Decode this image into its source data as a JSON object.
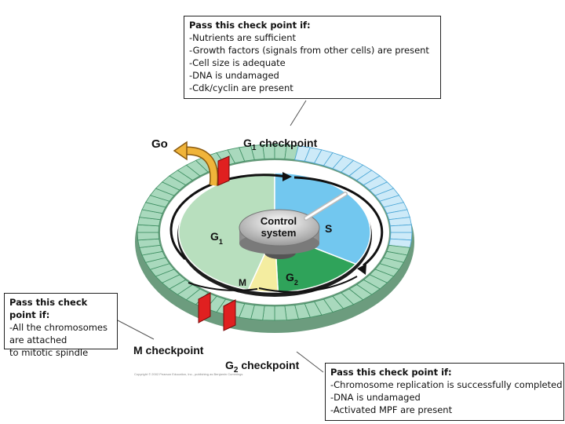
{
  "boxes": {
    "g1": {
      "title": "Pass this check point if:",
      "lines": [
        "-Nutrients are sufficient",
        "-Growth factors (signals from other cells) are present",
        "-Cell size is adequate",
        "-DNA is undamaged",
        "-Cdk/cyclin are present"
      ]
    },
    "m": {
      "title": "Pass this check point if:",
      "lines": [
        "-All the chromosomes are attached",
        "to mitotic spindle"
      ]
    },
    "g2": {
      "title": "Pass this check point if:",
      "lines": [
        "-Chromosome replication is successfully completed",
        "-DNA is undamaged",
        "-Activated MPF are present"
      ]
    }
  },
  "labels": {
    "go": "Go",
    "g1_checkpoint_prefix": "G",
    "g1_checkpoint_sub": "1",
    "g1_checkpoint_suffix": " checkpoint",
    "m_checkpoint": "M checkpoint",
    "g2_checkpoint_prefix": "G",
    "g2_checkpoint_sub": "2",
    "g2_checkpoint_suffix": " checkpoint",
    "control_line1": "Control",
    "control_line2": "system",
    "phase_g1": "G",
    "phase_g1_sub": "1",
    "phase_s": "S",
    "phase_g2": "G",
    "phase_g2_sub": "2",
    "phase_m": "M"
  },
  "credit": "Copyright © 2002 Pearson Education, Inc., publishing as Benjamin Cummings",
  "colors": {
    "g1": "#b8dfbe",
    "s": "#72c7ef",
    "g2": "#2fa35a",
    "m": "#f4eda0",
    "outer_ring_green": "#a9d9bd",
    "outer_ring_blue": "#cdeaf8",
    "checkpoint_red": "#e02020",
    "go_arrow": "#f0b43a"
  }
}
